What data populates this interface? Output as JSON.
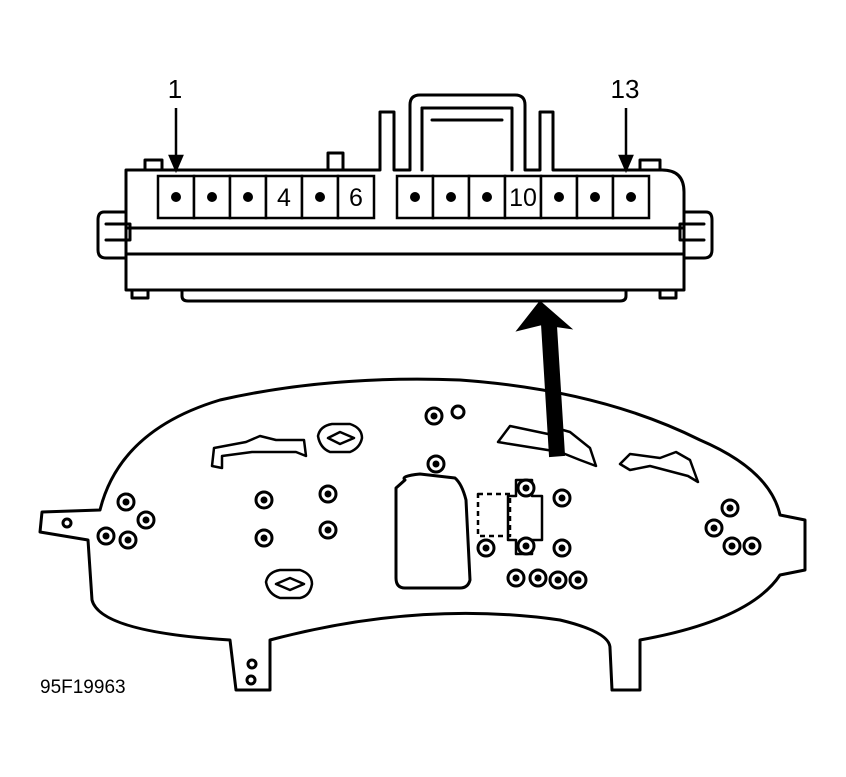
{
  "connector": {
    "pin_labels": {
      "start": "1",
      "end": "13"
    },
    "pins": [
      {
        "index": 1,
        "label": ""
      },
      {
        "index": 2,
        "label": ""
      },
      {
        "index": 3,
        "label": ""
      },
      {
        "index": 4,
        "label": "4"
      },
      {
        "index": 5,
        "label": ""
      },
      {
        "index": 6,
        "label": "6"
      },
      {
        "index": 7,
        "label": ""
      },
      {
        "index": 8,
        "label": ""
      },
      {
        "index": 9,
        "label": ""
      },
      {
        "index": 10,
        "label": "10"
      },
      {
        "index": 11,
        "label": ""
      },
      {
        "index": 12,
        "label": ""
      },
      {
        "index": 13,
        "label": ""
      }
    ]
  },
  "figure_code": "95F19963",
  "colors": {
    "ink": "#000000",
    "paper": "#ffffff"
  }
}
